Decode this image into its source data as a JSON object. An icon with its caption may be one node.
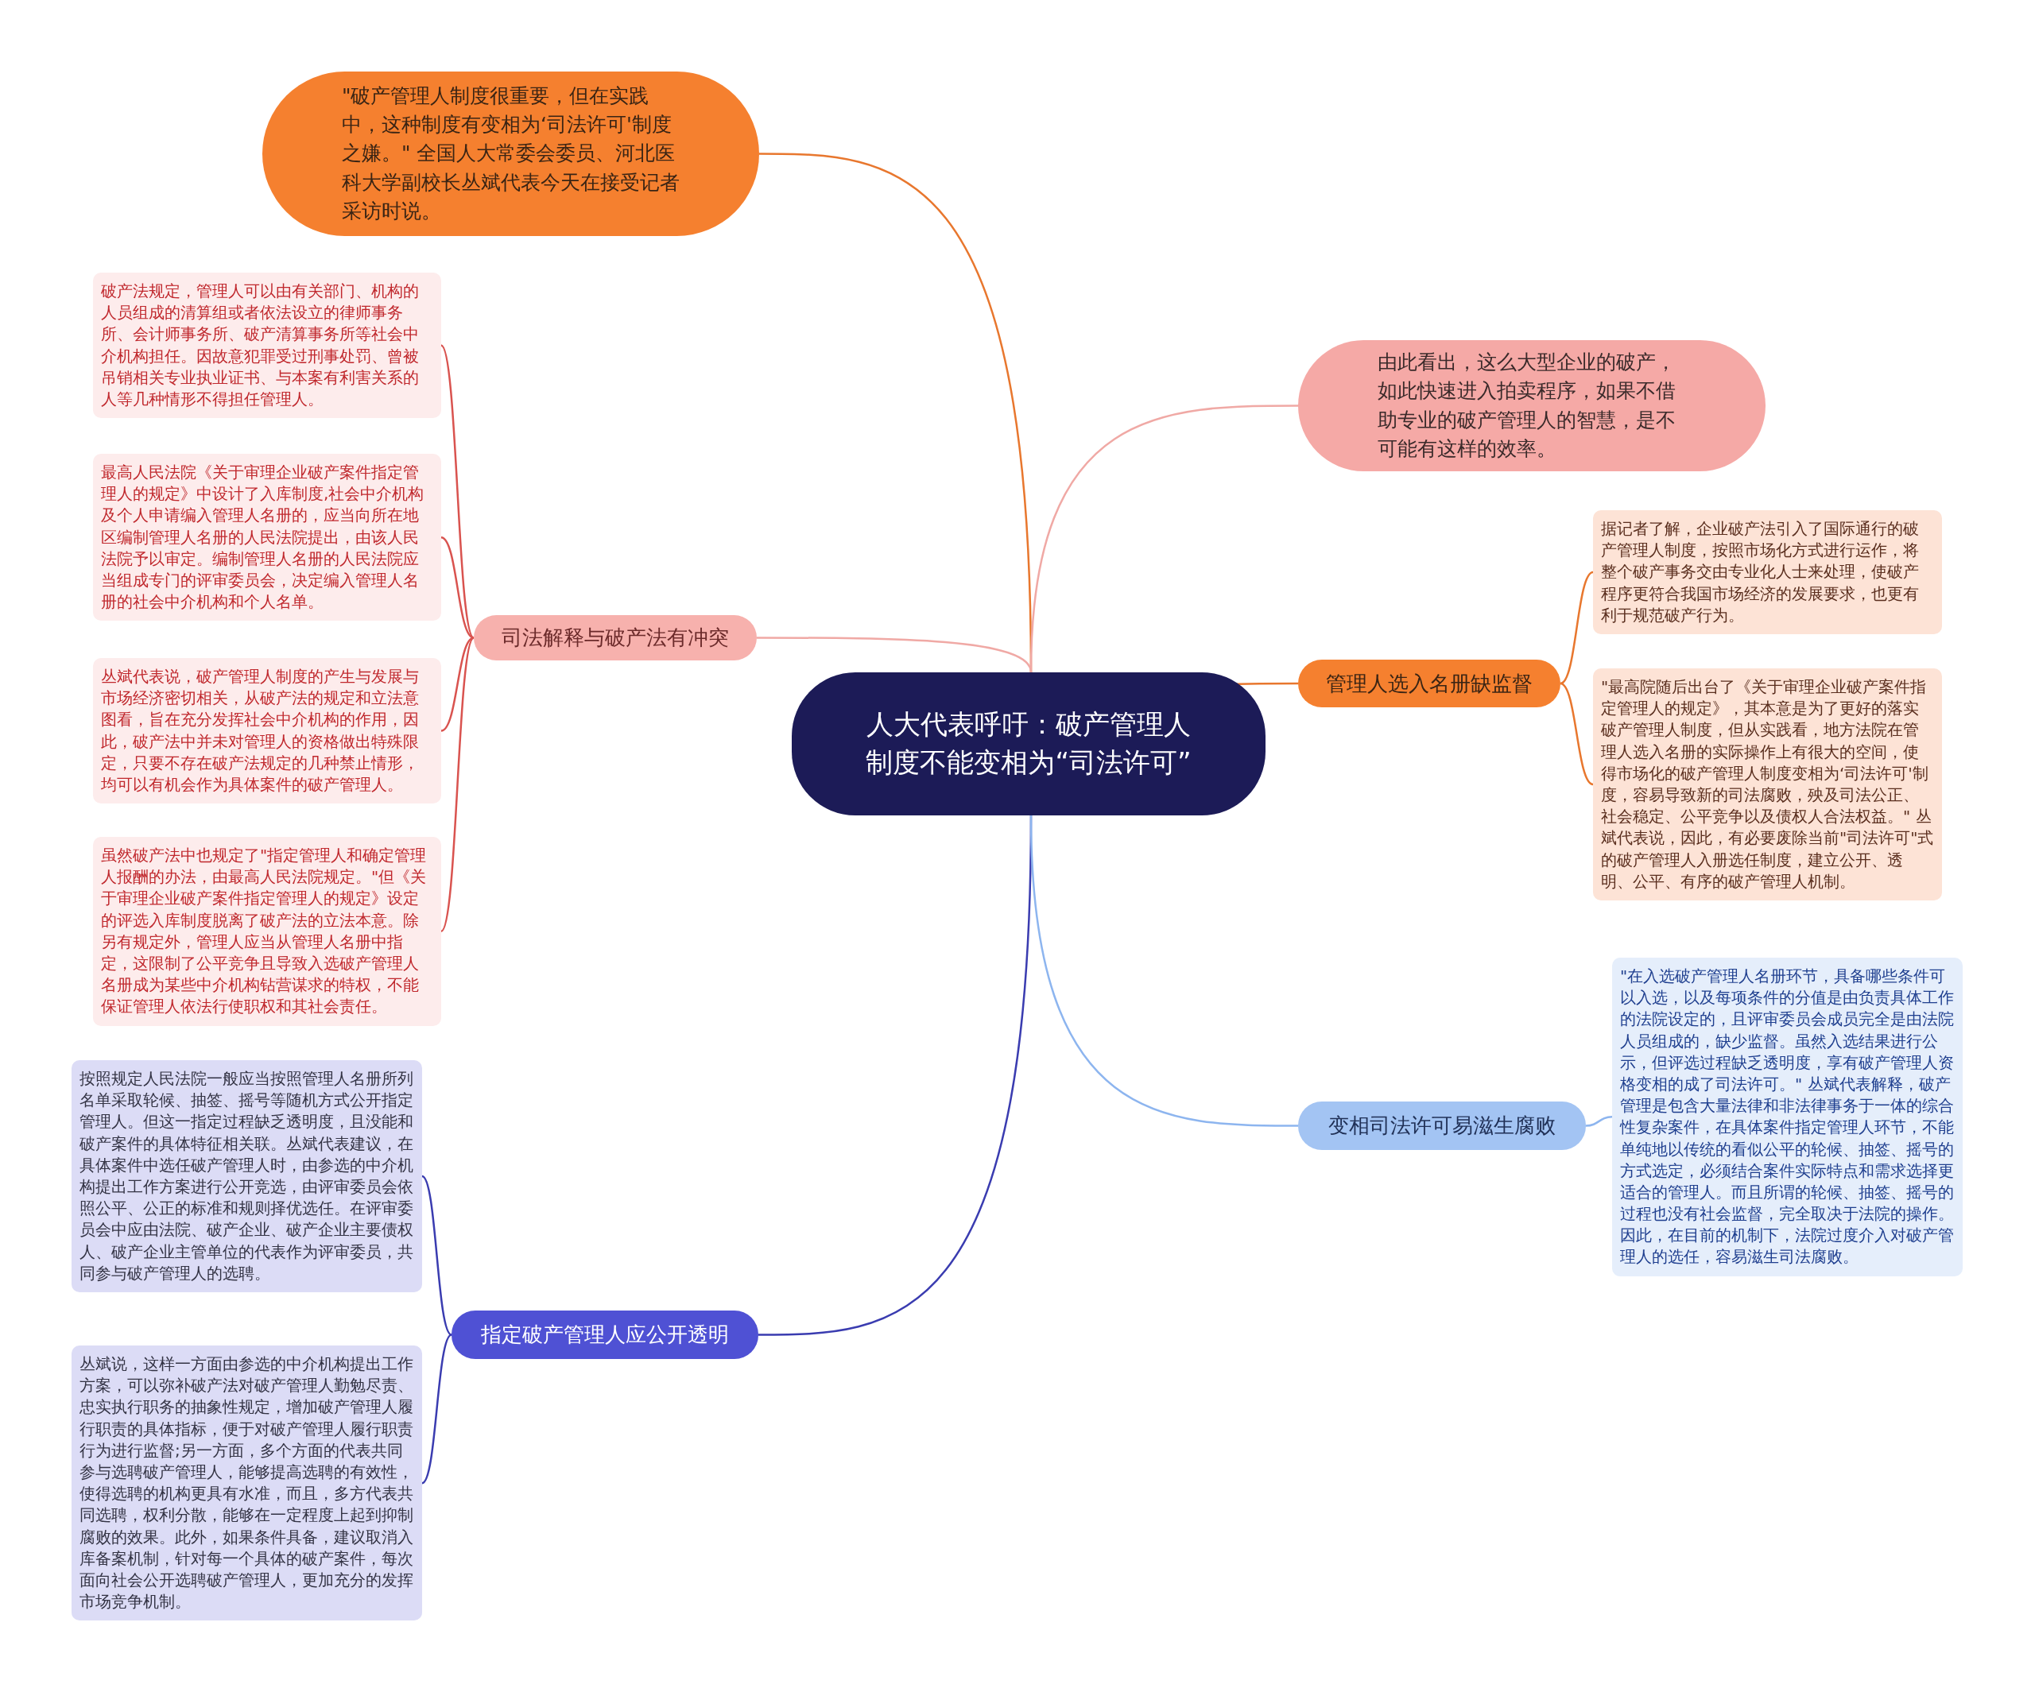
{
  "diagram": {
    "nodes": [
      {
        "text": [
          "人大代表呼吁：破产管理人制度不能变相为“司法许可”"
        ]
      },
      {
        "text": [
          "\"破产管理人制度很重要，但在实践中，这种制度有变相为‘司法许可'制度之嫌。\" 全国人大常委会委员、河北医科大学副校长丛斌代表今天在接受记者采访时说。"
        ]
      },
      {
        "text": [
          "司法解释与破产法有冲突"
        ]
      },
      {
        "text": [
          "破产法规定，管理人可以由有关部门、机构的人员组成的清算组或者依法设立的律师事务所、会计师事务所、破产清算事务所等社会中介机构担任。因故意犯罪受过刑事处罚、曾被吊销相关专业执业证书、与本案有利害关系的人等几种情形不得担任管理人。"
        ]
      },
      {
        "text": [
          "最高人民法院《关于审理企业破产案件指定管理人的规定》中设计了入库制度,社会中介机构及个人申请编入管理人名册的，应当向所在地区编制管理人名册的人民法院提出，由该人民法院予以审定。编制管理人名册的人民法院应当组成专门的评审委员会，决定编入管理人名册的社会中介机构和个人名单。"
        ]
      },
      {
        "text": [
          "丛斌代表说，破产管理人制度的产生与发展与市场经济密切相关，从破产法的规定和立法意图看，旨在充分发挥社会中介机构的作用，因此，破产法中并未对管理人的资格做出特殊限定，只要不存在破产法规定的几种禁止情形，均可以有机会作为具体案件的破产管理人。"
        ]
      },
      {
        "text": [
          "虽然破产法中也规定了\"指定管理人和确定管理人报酬的办法，由最高人民法院规定。\"但《关于审理企业破产案件指定管理人的规定》设定的评选入库制度脱离了破产法的立法本意。除另有规定外，管理人应当从管理人名册中指定，这限制了公平竞争且导致入选破产管理人名册成为某些中介机构钻营谋求的特权，不能保证管理人依法行使职权和其社会责任。"
        ]
      },
      {
        "text": [
          "指定破产管理人应公开透明"
        ]
      },
      {
        "text": [
          "按照规定人民法院一般应当按照管理人名册所列名单采取轮候、抽签、摇号等随机方式公开指定管理人。但这一指定过程缺乏透明度，且没能和破产案件的具体特征相关联。丛斌代表建议，在具体案件中选任破产管理人时，由参选的中介机构提出工作方案进行公开竞选，由评审委员会依照公平、公正的标准和规则择优选任。在评审委员会中应由法院、破产企业、破产企业主要债权人、破产企业主管单位的代表作为评审委员，共同参与破产管理人的选聘。"
        ]
      },
      {
        "text": [
          "丛斌说，这样一方面由参选的中介机构提出工作方案，可以弥补破产法对破产管理人勤勉尽责、忠实执行职务的抽象性规定，增加破产管理人履行职责的具体指标，便于对破产管理人履行职责行为进行监督;另一方面，多个方面的代表共同参与选聘破产管理人，能够提高选聘的有效性，使得选聘的机构更具有水准，而且，多方代表共同选聘，权利分散，能够在一定程度上起到抑制腐败的效果。此外，如果条件具备，建议取消入库备案机制，针对每一个具体的破产案件，每次面向社会公开选聘破产管理人，更加充分的发挥市场竞争机制。"
        ]
      },
      {
        "text": [
          "由此看出，这么大型企业的破产，如此快速进入拍卖程序，如果不借助专业的破产管理人的智慧，是不可能有这样的效率。"
        ]
      },
      {
        "text": [
          "管理人选入名册缺监督"
        ]
      },
      {
        "text": [
          "据记者了解，企业破产法引入了国际通行的破产管理人制度，按照市场化方式进行运作，将整个破产事务交由专业化人士来处理，使破产程序更符合我国市场经济的发展要求，也更有利于规范破产行为。"
        ]
      },
      {
        "text": [
          "\"最高院随后出台了《关于审理企业破产案件指定管理人的规定》，其本意是为了更好的落实破产管理人制度，但从实践看，地方法院在管理人选入名册的实际操作上有很大的空间，使得市场化的破产管理人制度变相为‘司法许可'制度，容易导致新的司法腐败，殃及司法公正、社会稳定、公平竞争以及债权人合法权益。\" 丛斌代表说，因此，有必要废除当前\"司法许可\"式的破产管理人入册选任制度，建立公开、透明、公平、有序的破产管理人机制。"
        ]
      },
      {
        "text": [
          "变相司法许可易滋生腐败"
        ]
      },
      {
        "text": [
          "\"在入选破产管理人名册环节，具备哪些条件可以入选，以及每项条件的分值是由负责具体工作的法院设定的，且评审委员会成员完全是由法院人员组成的，缺少监督。虽然入选结果进行公示，但评选过程缺乏透明度，享有破产管理人资格变相的成了司法许可。\" 丛斌代表解释，破产管理是包含大量法律和非法律事务于一体的综合性复杂案件，在具体案件指定管理人环节，不能单纯地以传统的看似公平的轮候、抽签、摇号的方式选定，必须结合案件实际特点和需求选择更适合的管理人。而且所谓的轮候、抽签、摇号的过程也没有社会监督，完全取决于法院的操作。因此，在目前的机制下，法院过度介入对破产管理人的选任，容易滋生司法腐败。"
        ]
      }
    ],
    "edges": [
      {
        "from": 0,
        "to": 1,
        "arrow": "none",
        "color": "#e8772e"
      },
      {
        "from": 0,
        "to": 2,
        "arrow": "none",
        "color": "#f0a9a5"
      },
      {
        "from": 2,
        "to": 3,
        "arrow": "none",
        "color": "#d9534f"
      },
      {
        "from": 2,
        "to": 4,
        "arrow": "none",
        "color": "#d9534f"
      },
      {
        "from": 2,
        "to": 5,
        "arrow": "none",
        "color": "#d9534f"
      },
      {
        "from": 2,
        "to": 6,
        "arrow": "none",
        "color": "#d9534f"
      },
      {
        "from": 0,
        "to": 7,
        "arrow": "none",
        "color": "#3a3cb0"
      },
      {
        "from": 7,
        "to": 8,
        "arrow": "none",
        "color": "#3a3cb0"
      },
      {
        "from": 7,
        "to": 9,
        "arrow": "none",
        "color": "#3a3cb0"
      },
      {
        "from": 0,
        "to": 10,
        "arrow": "none",
        "color": "#f0a9a5"
      },
      {
        "from": 0,
        "to": 11,
        "arrow": "none",
        "color": "#e8772e"
      },
      {
        "from": 11,
        "to": 12,
        "arrow": "none",
        "color": "#e8772e"
      },
      {
        "from": 11,
        "to": 13,
        "arrow": "none",
        "color": "#e8772e"
      },
      {
        "from": 0,
        "to": 14,
        "arrow": "none",
        "color": "#8db5ef"
      },
      {
        "from": 14,
        "to": 15,
        "arrow": "none",
        "color": "#8db5ef"
      }
    ]
  }
}
